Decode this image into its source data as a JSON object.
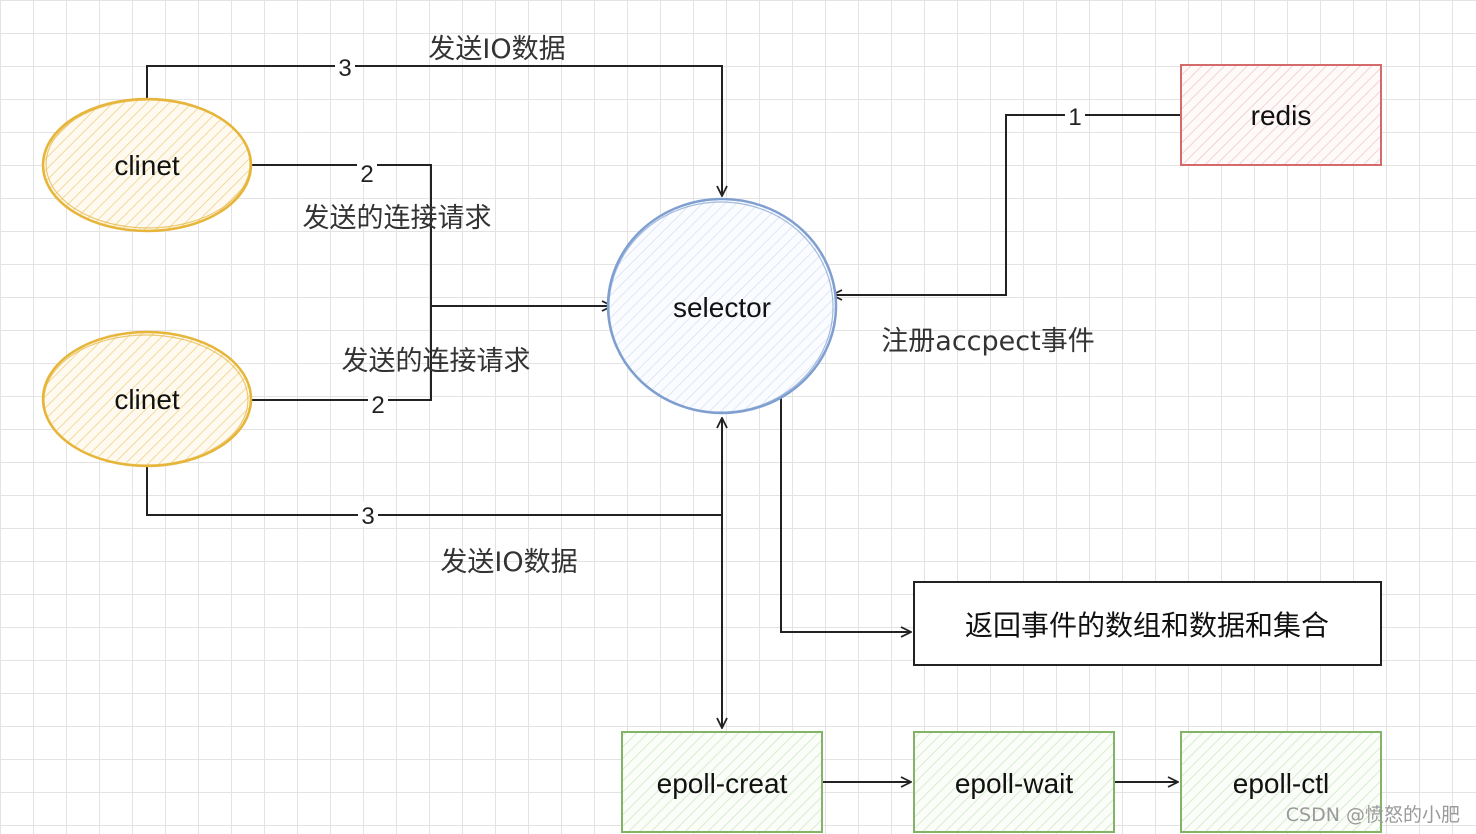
{
  "nodes": {
    "client_top": "clinet",
    "client_bottom": "clinet",
    "selector": "selector",
    "redis": "redis",
    "return_box": "返回事件的数组和数据和集合",
    "epoll_creat": "epoll-creat",
    "epoll_wait": "epoll-wait",
    "epoll_ctl": "epoll-ctl"
  },
  "edge_labels": {
    "send_io_top": "发送IO数据",
    "send_conn_top": "发送的连接请求",
    "send_conn_bottom": "发送的连接请求",
    "register_accept": "注册accpect事件",
    "send_io_bottom": "发送IO数据"
  },
  "step_numbers": {
    "redis_to_selector": "1",
    "top_client_conn": "2",
    "bottom_client_conn": "2",
    "top_client_io": "3",
    "bottom_client_io": "3"
  },
  "colors": {
    "client_stroke": "#e6b53a",
    "client_fill": "#fdf3dc",
    "selector_stroke": "#7e9fd0",
    "selector_fill": "#eef3fb",
    "redis_stroke": "#d46a6a",
    "redis_fill": "#f9e3e3",
    "epoll_stroke": "#82b366",
    "epoll_fill": "#eef6e8",
    "line": "#222222"
  },
  "watermark": "CSDN @愤怒的小肥"
}
